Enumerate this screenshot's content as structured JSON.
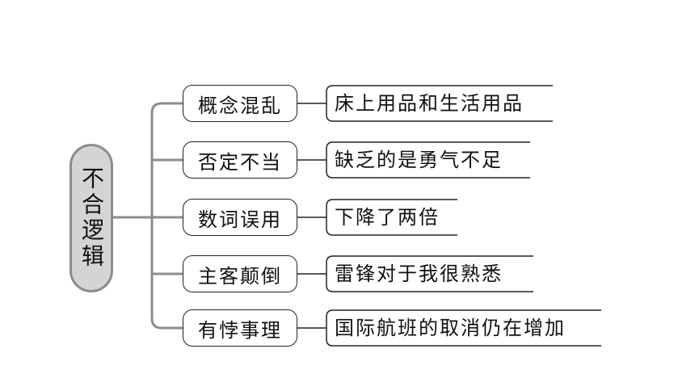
{
  "diagram": {
    "root": "不合逻辑",
    "branches": [
      {
        "category": "概念混乱",
        "example": "床上用品和生活用品"
      },
      {
        "category": "否定不当",
        "example": "缺乏的是勇气不足"
      },
      {
        "category": "数词误用",
        "example": "下降了两倍"
      },
      {
        "category": "主客颠倒",
        "example": "雷锋对于我很熟悉"
      },
      {
        "category": "有悖事理",
        "example": "国际航班的取消仍在增加"
      }
    ],
    "colors": {
      "root_fill": "#d4d4d4",
      "root_border": "#8c8c8c",
      "connector": "#8c8c8c",
      "box_border": "#222222"
    }
  }
}
